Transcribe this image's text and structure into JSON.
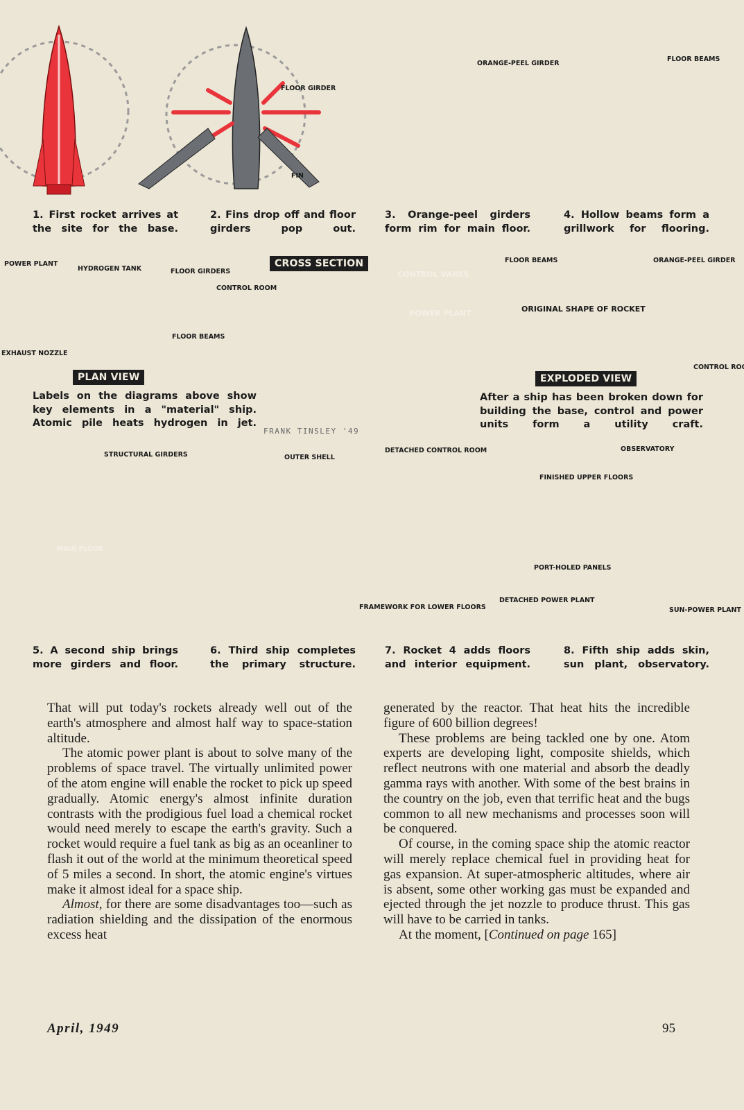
{
  "captions": [
    "1. First rocket arrives at the site for the base.",
    "2. Fins drop off and floor girders pop out.",
    "3. Orange-peel girders form rim for main floor.",
    "4. Hollow beams form a grillwork for flooring.",
    "5. A second ship brings more girders and floor.",
    "6. Third ship completes the primary structure.",
    "7. Rocket 4 adds floors and interior equipment.",
    "8. Fifth ship adds skin, sun plant, observatory."
  ],
  "labels": {
    "floor_girder": "FLOOR GIRDER",
    "fin": "FIN",
    "orange_peel_girder": "ORANGE-PEEL GIRDER",
    "floor_beams": "FLOOR BEAMS",
    "power_plant": "POWER PLANT",
    "hydrogen_tank": "HYDROGEN TANK",
    "floor_girders": "FLOOR GIRDERS",
    "control_room": "CONTROL ROOM",
    "exhaust_nozzle": "EXHAUST NOZZLE",
    "cross_section": "CROSS SECTION",
    "plan_view": "PLAN VIEW",
    "exploded_view": "EXPLODED VIEW",
    "control_vanes": "CONTROL VANES",
    "power_plant_x": "POWER PLANT",
    "original_shape": "ORIGINAL SHAPE OF ROCKET",
    "structural_girders": "STRUCTURAL GIRDERS",
    "main_floor": "MAIN FLOOR",
    "outer_shell": "OUTER SHELL",
    "detached_control_room": "DETACHED CONTROL ROOM",
    "finished_upper_floors": "FINISHED UPPER FLOORS",
    "framework_lower_floors": "FRAMEWORK FOR LOWER FLOORS",
    "detached_power_plant": "DETACHED POWER PLANT",
    "observatory": "OBSERVATORY",
    "port_holed_panels": "PORT-HOLED PANELS",
    "sun_power_plant": "SUN-POWER PLANT"
  },
  "plan_note": "Labels on the diagrams above show key elements in a \"material\" ship. Atomic pile heats hydrogen in jet.",
  "exploded_note": "After a ship has been broken down for building the base, control and power units form a utility craft.",
  "credit": "FRANK TINSLEY '49",
  "body": {
    "left": [
      "That will put today's rockets already well out of the earth's atmosphere and almost half way to space-station altitude.",
      "The atomic power plant is about to solve many of the problems of space travel. The virtually unlimited power of the atom engine will enable the rocket to pick up speed gradually. Atomic energy's almost infinite duration contrasts with the prodigious fuel load a chemical rocket would need merely to escape the earth's gravity. Such a rocket would require a fuel tank as big as an oceanliner to flash it out of the world at the minimum theoretical speed of 5 miles a second. In short, the atomic engine's virtues make it almost ideal for a space ship."
    ],
    "left_last_lead": "Almost,",
    "left_last_rest": " for there are some disadvantages too—such as radiation shielding and the dissipation of the enormous excess heat",
    "right": [
      "generated by the reactor. That heat hits the incredible figure of 600 billion degrees!",
      "These problems are being tackled one by one. Atom experts are developing light, composite shields, which reflect neutrons with one material and absorb the deadly gamma rays with another. With some of the best brains in the country on the job, even that terrific heat and the bugs common to all new mechanisms and processes soon will be conquered.",
      "Of course, in the coming space ship the atomic reactor will merely replace chemical fuel in providing heat for gas expansion. At super-atmospheric altitudes, where air is absent, some other working gas must be expanded and ejected through the jet nozzle to produce thrust. This gas will have to be carried in tanks."
    ],
    "right_last_lead": "At the moment, [",
    "right_last_italic": "Continued on page",
    "right_last_tail": " 165]"
  },
  "footer": {
    "date": "April, 1949",
    "page": "95"
  },
  "colors": {
    "red": "#e8343a",
    "gray": "#6b6f74",
    "paper": "#ece6d6",
    "ink": "#1b1b1b"
  }
}
